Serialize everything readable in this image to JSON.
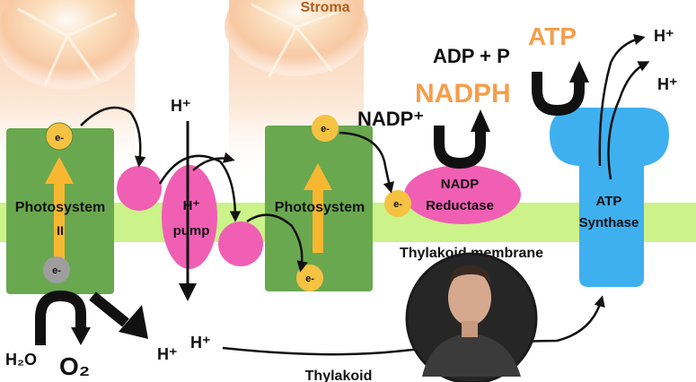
{
  "regions": {
    "stroma": "Stroma",
    "membrane": "Thylakoid membrane",
    "lumen": "Thylakoid"
  },
  "photosystem_ii": {
    "line1": "Photosystem",
    "line2": "II"
  },
  "photosystem_i": {
    "label": "Photosystem"
  },
  "h_pump": {
    "line1": "H⁺",
    "line2": "pump"
  },
  "nadp_reductase": {
    "line1": "NADP",
    "line2": "Reductase"
  },
  "atp_synthase": {
    "line1": "ATP",
    "line2": "Synthase"
  },
  "electron": "e-",
  "labels": {
    "h_top": "H⁺",
    "h_right_1": "H⁺",
    "h_right_2": "H⁺",
    "h_lumen_1": "H⁺",
    "h_lumen_2": "H⁺",
    "water": "H₂O",
    "oxygen": "O₂",
    "nadp_plus": "NADP⁺",
    "nadph": "NADPH",
    "adp_p": "ADP + P",
    "atp": "ATP"
  },
  "colors": {
    "photosystem": "#6aa84f",
    "membrane": "#ccf28a",
    "carrier": "#f05fb4",
    "electron": "#f5c242",
    "electron_grey": "#9e9e9e",
    "atp_synthase": "#3fb0ef",
    "product_orange": "#f59e4b",
    "arrow_yellow": "#f7b731"
  }
}
